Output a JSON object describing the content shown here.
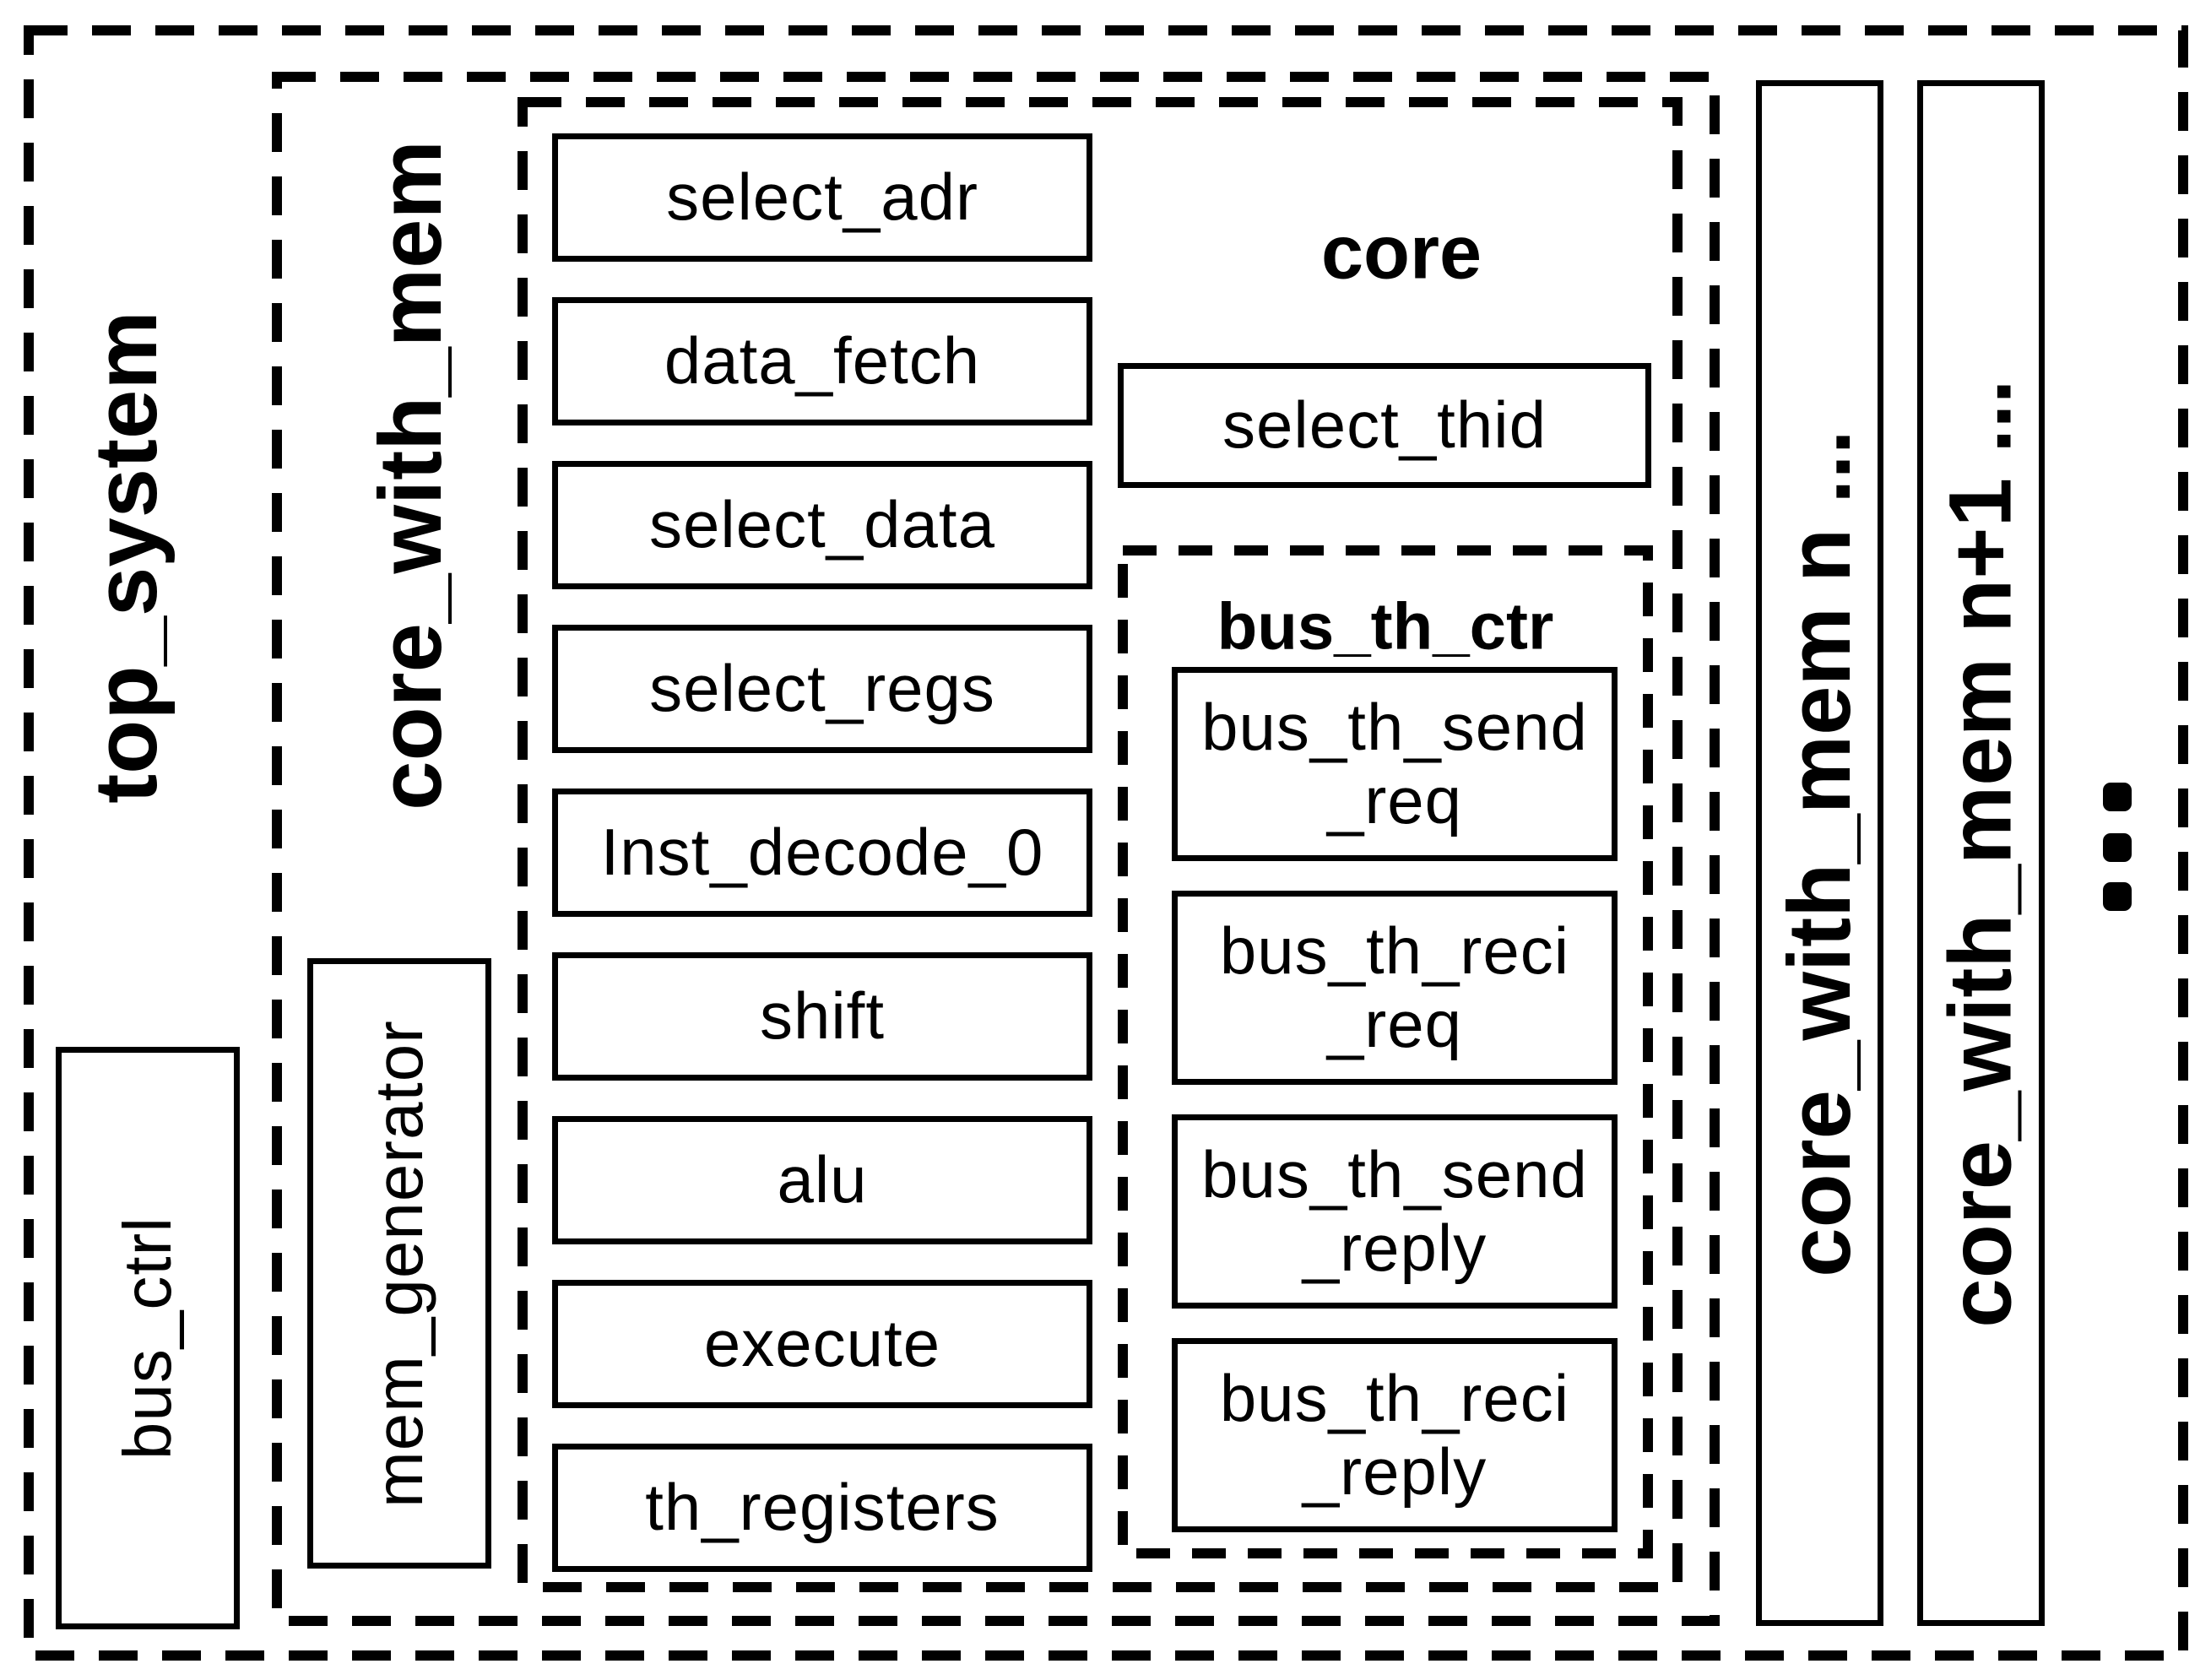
{
  "diagram": {
    "background": "#ffffff",
    "line_color": "#000000"
  },
  "top_system": {
    "label": "top_system",
    "bus_ctrl": {
      "label": "bus_ctrl"
    },
    "core_with_mem": {
      "label": "core_with_mem",
      "mem_generator": {
        "label": "mem_generator"
      },
      "core": {
        "label": "core",
        "pipeline_blocks": [
          "select_adr",
          "data_fetch",
          "select_data",
          "select_regs",
          "Inst_decode_0",
          "shift",
          "alu",
          "execute",
          "th_registers"
        ],
        "select_thid": {
          "label": "select_thid"
        },
        "bus_th_ctr": {
          "label": "bus_th_ctr",
          "blocks": [
            "bus_th_send\n_req",
            "bus_th_reci\n_req",
            "bus_th_send\n_reply",
            "bus_th_reci\n_reply"
          ]
        }
      }
    },
    "more_cores": {
      "core_n": "core_with_mem n ...",
      "core_n_plus_1": "core_with_mem n+1 ...",
      "ellipsis": "..."
    }
  }
}
